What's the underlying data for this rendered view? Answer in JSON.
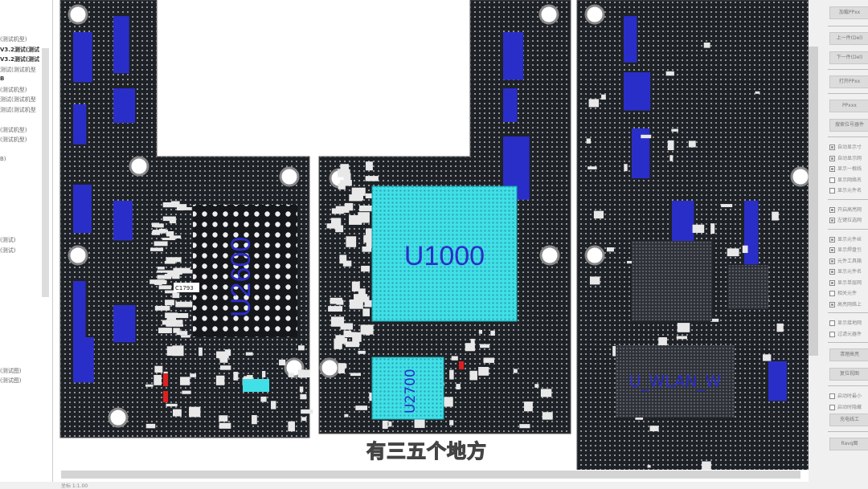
{
  "left_panel": {
    "items": [
      "(测试机型)",
      "V3.2测试(测试",
      "V3.2测试(测试",
      "测试(测试机型",
      "B",
      "(测试机型)",
      "测试(测试机型",
      "测试(测试机型",
      "",
      "(测试机型)",
      "(测试机型)",
      "",
      "B)",
      "",
      "",
      "",
      "",
      "",
      "",
      "",
      "(测试)",
      "(测试)",
      "",
      "",
      "",
      "",
      "",
      "",
      "",
      "",
      "",
      "",
      "",
      "(测试图)",
      "(测试图)"
    ]
  },
  "board": {
    "components": {
      "u1000": "U1000",
      "u2700": "U2700",
      "u2600": "U2600",
      "c1793": "C1793",
      "wlan": "U_WLAN_W"
    },
    "colors": {
      "board": "#1e2126",
      "chip_cyan": "#3fe3e8",
      "pin_blue": "#2a2ec8",
      "pad": "#e8e8e8",
      "highlight_red": "#e02020"
    }
  },
  "subtitle": "有三五个地方",
  "status_text": "坐标 1:1.00",
  "right_panel": {
    "buttons_top": [
      "加载PPxx",
      "上一件(Del)",
      "下一件(Del)",
      "打开PPxx",
      "PPxxx",
      "搜索位号器件"
    ],
    "checks_a": [
      {
        "label": "自动显示寸",
        "checked": true
      },
      {
        "label": "自动显示网",
        "checked": true
      },
      {
        "label": "显示一根线",
        "checked": true
      },
      {
        "label": "显示网络名",
        "checked": false
      },
      {
        "label": "显示元件名",
        "checked": false
      }
    ],
    "checks_b": [
      {
        "label": "开启高亮网",
        "checked": true
      },
      {
        "label": "左键拉选网",
        "checked": true
      }
    ],
    "checks_c": [
      {
        "label": "显示元件丝",
        "checked": true
      },
      {
        "label": "显示焊盘引",
        "checked": true
      },
      {
        "label": "元件工具箱",
        "checked": true
      },
      {
        "label": "显示元件名",
        "checked": true
      },
      {
        "label": "显示单层网",
        "checked": true
      },
      {
        "label": "相关元件",
        "checked": false
      },
      {
        "label": "高亮网络上",
        "checked": true
      }
    ],
    "checks_d": [
      {
        "label": "显示接地网",
        "checked": false
      },
      {
        "label": "过滤元器件",
        "checked": false
      }
    ],
    "buttons_mid": [
      "清理高亮",
      "复位视图"
    ],
    "checks_e": [
      {
        "label": "启动时最小",
        "checked": false
      },
      {
        "label": "启动时隐藏",
        "checked": false
      }
    ],
    "buttons_bottom": [
      "充电线工",
      "Ravq图"
    ]
  }
}
